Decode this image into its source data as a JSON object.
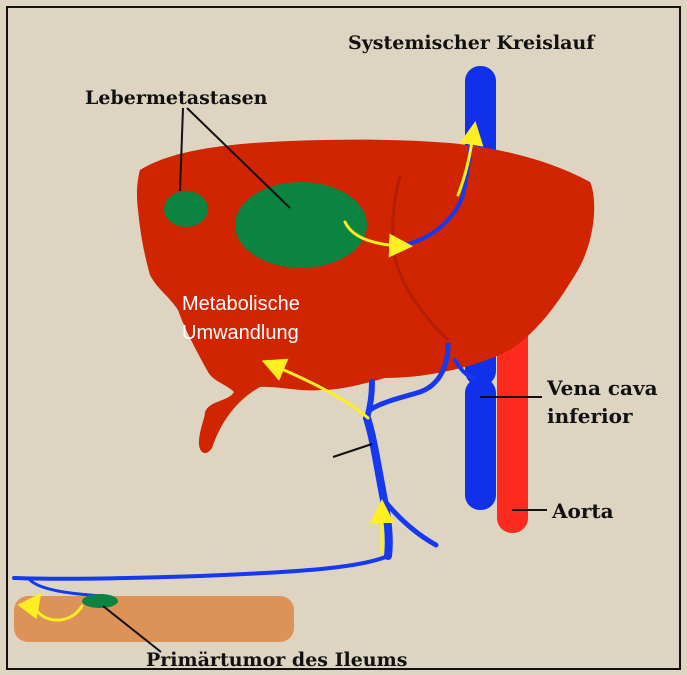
{
  "labels": {
    "systemic": "Systemischer Kreislauf",
    "liver_mets": "Lebermetastasen",
    "metabolic_line1": "Metabolische",
    "metabolic_line2": "Umwandlung",
    "vena_line1": "Vena cava",
    "vena_line2": "inferior",
    "aorta": "Aorta",
    "primary": "Primärtumor des Ileums"
  },
  "colors": {
    "background": "#ddd5c2",
    "liver": "#d12400",
    "liver_fold": "#a81c05",
    "metastasis": "#0b8441",
    "vein": "#1638ee",
    "vena_cava": "#1030ea",
    "aorta": "#ff2a1e",
    "flow_arrow": "#ffee22",
    "ileum": "#dd9258"
  }
}
